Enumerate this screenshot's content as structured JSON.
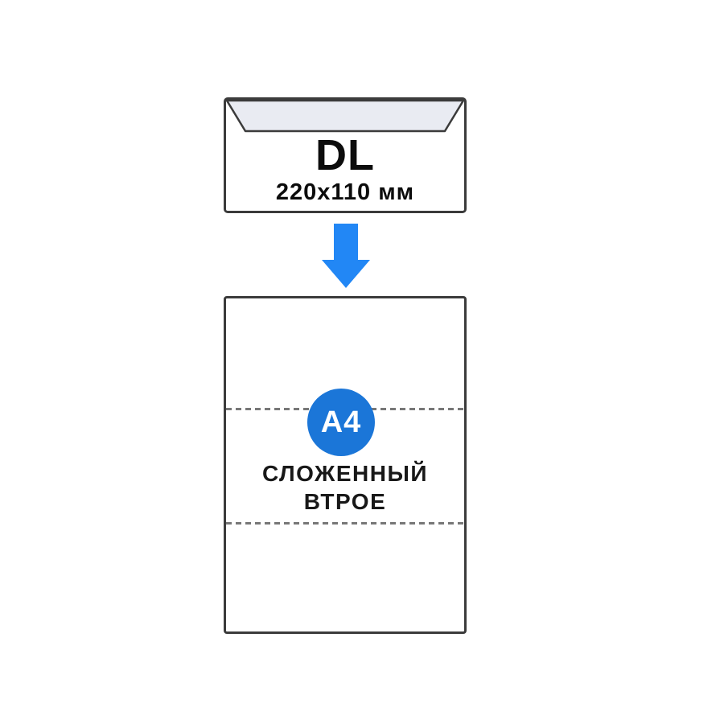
{
  "envelope": {
    "format_label": "DL",
    "size_label": "220x110 мм"
  },
  "arrow": {
    "icon": "arrow-down-icon",
    "direction": "down"
  },
  "sheet": {
    "badge_label": "A4",
    "caption_line1": "СЛОЖЕННЫЙ",
    "caption_line2": "ВТРОЕ"
  },
  "colors": {
    "arrow_blue": "#2287f5",
    "badge_blue": "#1b76d8",
    "outline_dark": "#3b3b3b",
    "flap_gray": "#e9ebf2",
    "dash_gray": "#777777"
  }
}
